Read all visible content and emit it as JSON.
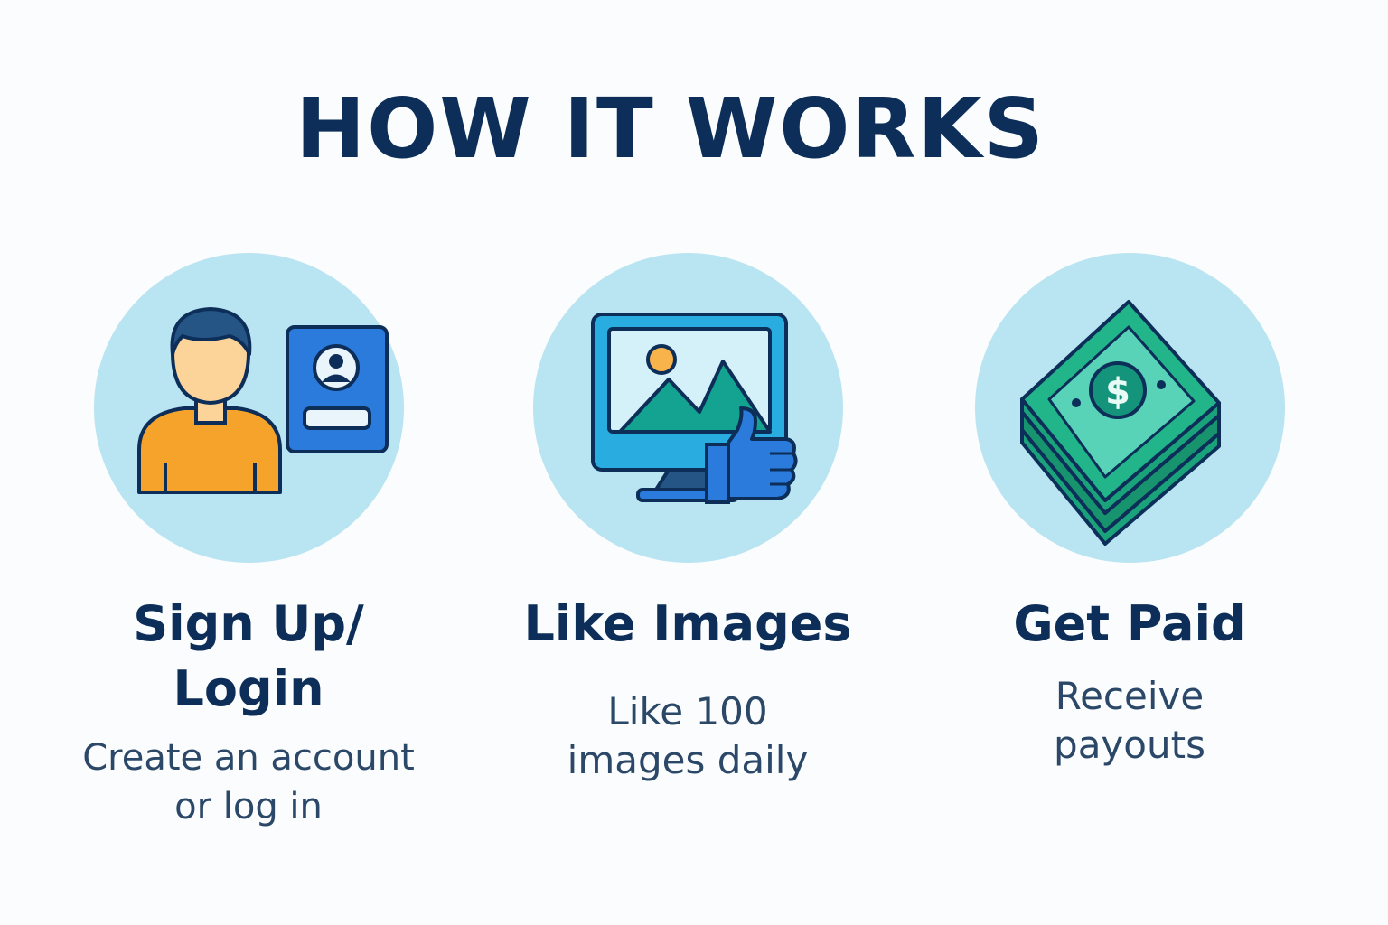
{
  "title": "HOW IT WORKS",
  "colors": {
    "heading": "#0c2e58",
    "body_text": "#2c4868",
    "circle_bg": "#b9e4f1",
    "background": "#fafcfd"
  },
  "steps": [
    {
      "icon": "user-login-icon",
      "title_lines": [
        "Sign Up/",
        "Login"
      ],
      "desc_lines": [
        "Create an account",
        "or log in"
      ]
    },
    {
      "icon": "monitor-thumbs-up-icon",
      "title_lines": [
        "Like Images"
      ],
      "desc_lines": [
        "Like 100",
        "images daily"
      ]
    },
    {
      "icon": "money-stack-icon",
      "title_lines": [
        "Get Paid"
      ],
      "desc_lines": [
        "Receive",
        "payouts"
      ]
    }
  ]
}
